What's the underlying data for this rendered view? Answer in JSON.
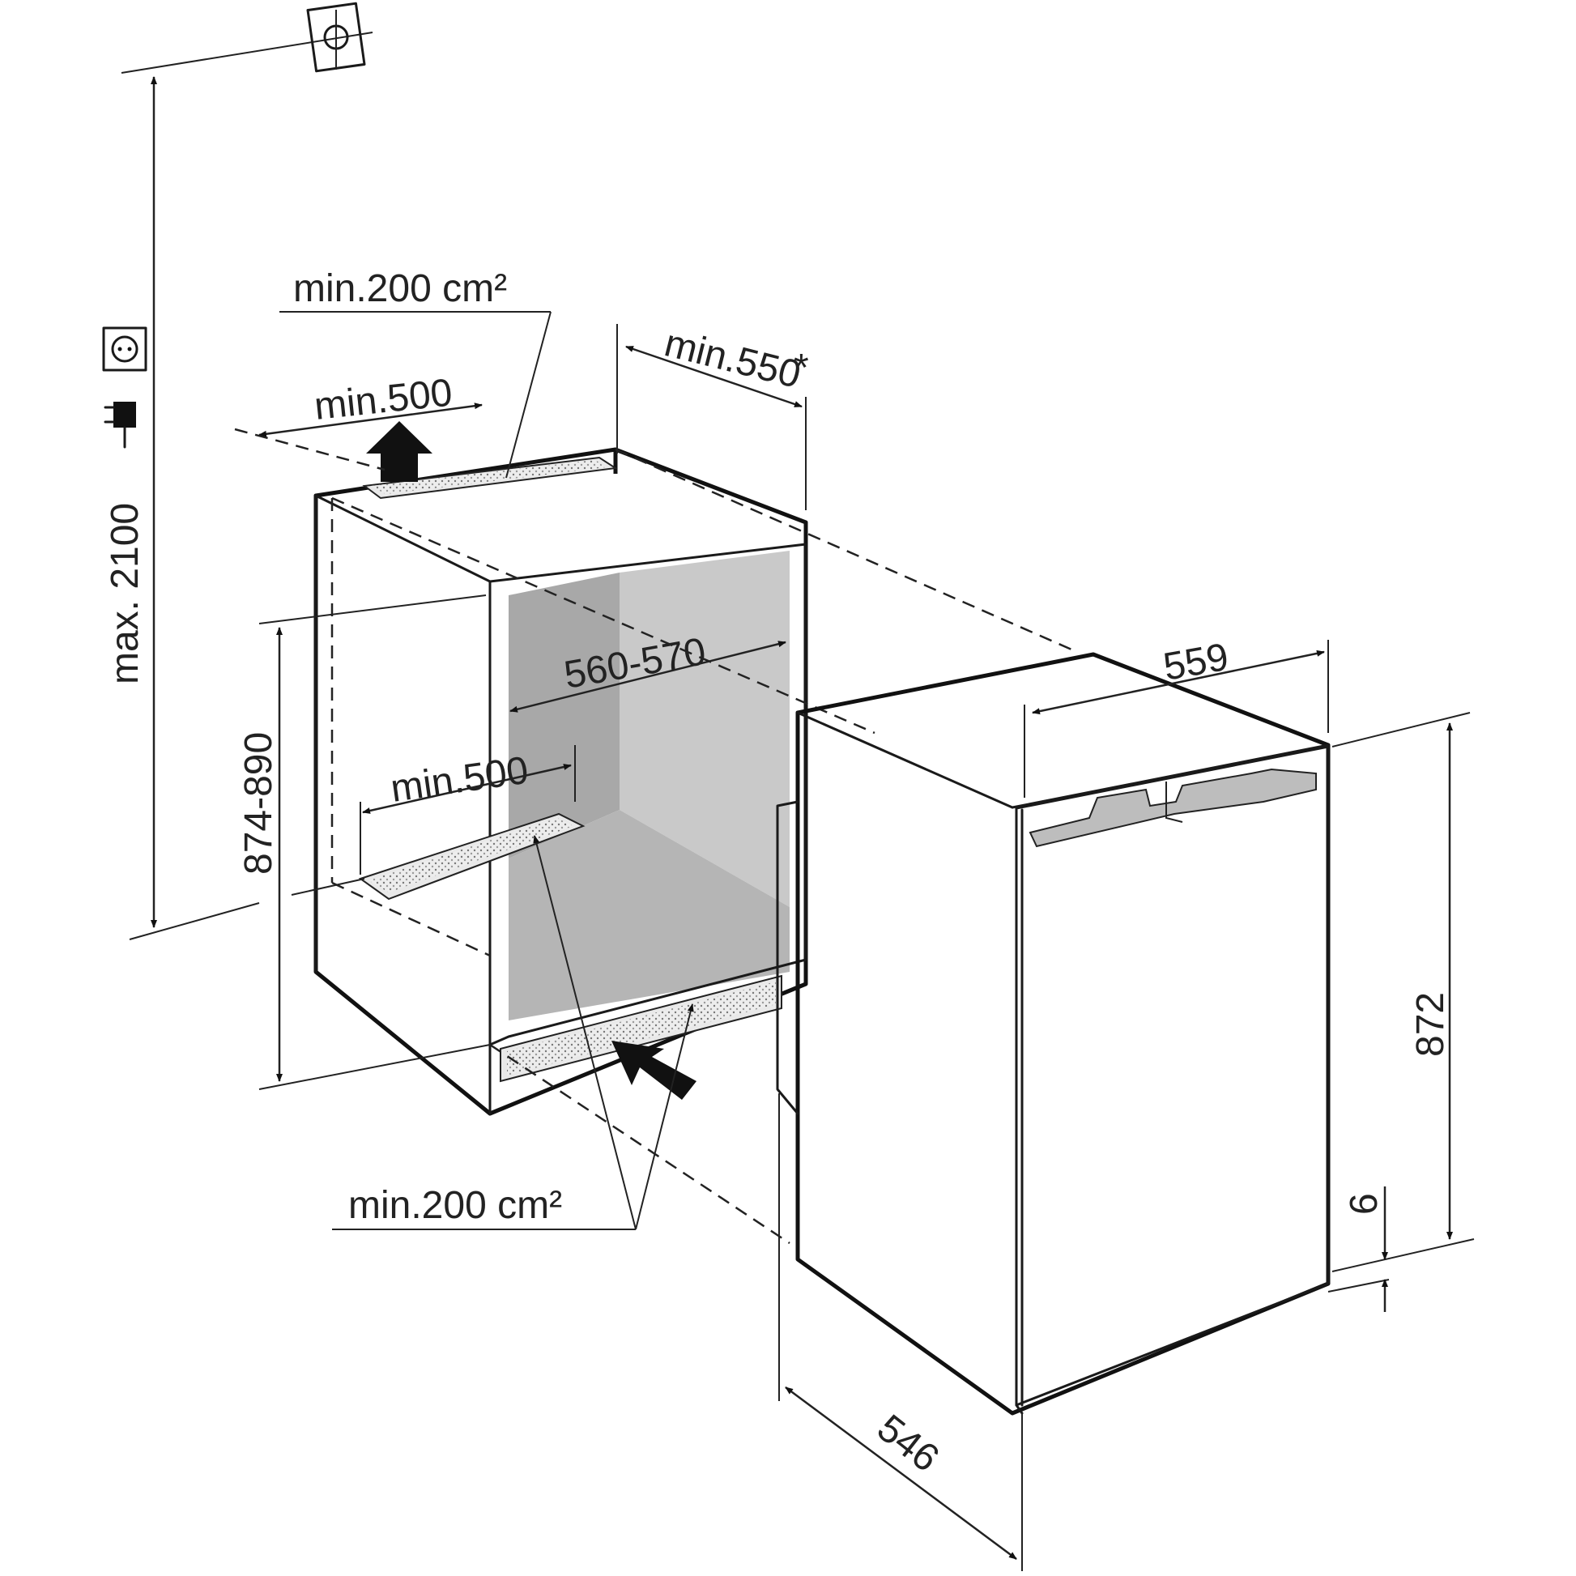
{
  "labels": {
    "max_height": "max. 2100",
    "top_vent_area": "min.200 cm²",
    "top_depth": "min.500",
    "rear_clearance": "min.550",
    "rear_clearance_note": "*",
    "niche_width": "560-570",
    "niche_height": "874-890",
    "bottom_depth": "min.500",
    "bottom_vent_area": "min.200 cm²",
    "appliance_width": "559",
    "appliance_height": "872",
    "appliance_depth": "546",
    "plinth_gap": "6"
  },
  "icons": [
    "wall-bracket-icon",
    "socket-icon",
    "plug-icon"
  ],
  "colors": {
    "line": "#1a1a1a",
    "niche_back": "#a8a8a8",
    "niche_side": "#c9c9c9",
    "niche_floor": "#b5b5b5",
    "handle": "#bdbdbd"
  }
}
